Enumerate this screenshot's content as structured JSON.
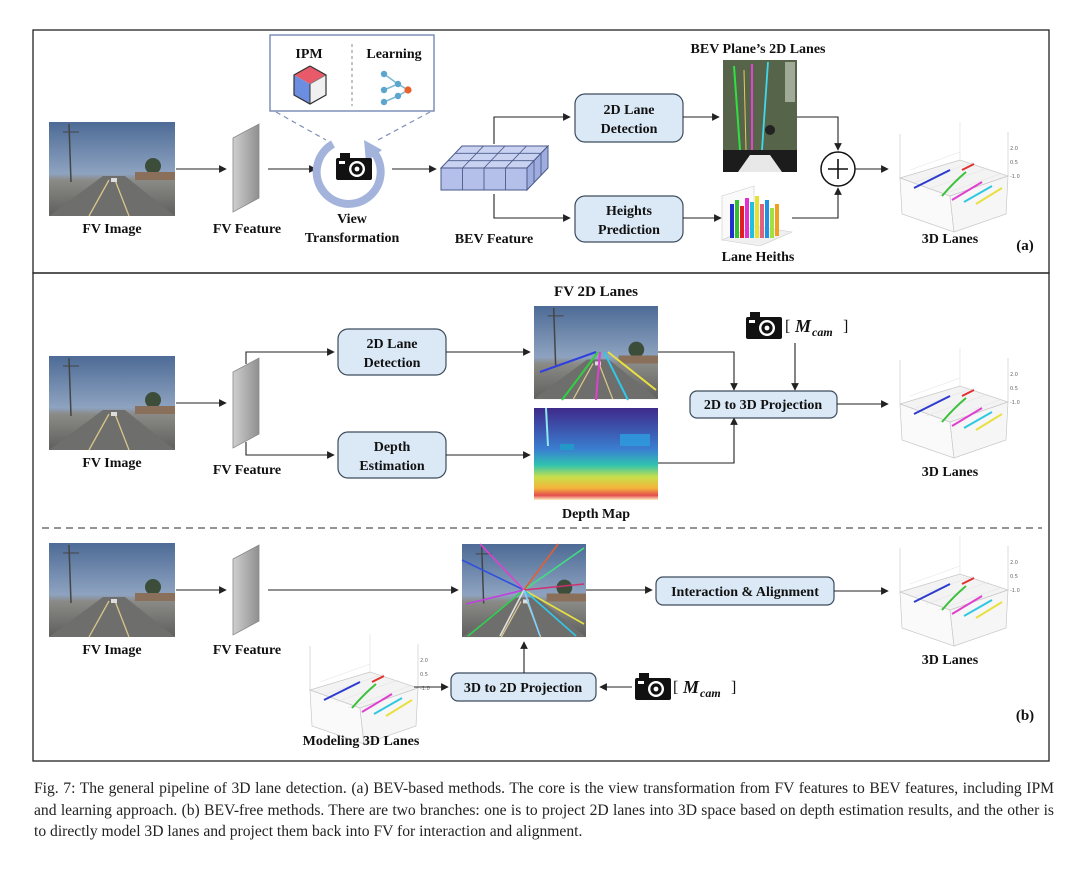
{
  "panel_a": {
    "fv_image": "FV Image",
    "fv_feature": "FV Feature",
    "ipm": "IPM",
    "learning": "Learning",
    "view_1": "View",
    "view_2": "Transformation",
    "bev_feature": "BEV Feature",
    "lane_det_1": "2D Lane",
    "lane_det_2": "Detection",
    "heights_1": "Heights",
    "heights_2": "Prediction",
    "bev_2d_lanes": "BEV Plane’s 2D Lanes",
    "lane_heights": "Lane Heiths",
    "lanes_3d": "3D Lanes",
    "tag": "(a)"
  },
  "panel_b": {
    "fv_2d_lanes": "FV 2D Lanes",
    "fv_image": "FV Image",
    "fv_feature": "FV Feature",
    "lane_det_1": "2D Lane",
    "lane_det_2": "Detection",
    "depth_1": "Depth",
    "depth_2": "Estimation",
    "depth_map": "Depth Map",
    "proj_2d3d": "2D to 3D Projection",
    "m_cam": "M",
    "m_cam_sub": "cam",
    "lanes_3d": "3D Lanes",
    "fv_image_2": "FV Image",
    "fv_feature_2": "FV Feature",
    "interaction": "Interaction & Alignment",
    "lanes_3d_2": "3D Lanes",
    "proj_3d2d": "3D to 2D Projection",
    "m_cam_2": "M",
    "m_cam_sub_2": "cam",
    "modeling": "Modeling 3D Lanes",
    "tag": "(b)"
  },
  "caption": "Fig. 7: The general pipeline of 3D lane detection. (a) BEV-based methods. The core is the view transformation from FV features to BEV features, including IPM and learning approach. (b) BEV-free methods. There are two branches: one is to project 2D lanes into 3D space based on depth estimation results, and the other is to directly model 3D lanes and project them back into FV for interaction and alignment."
}
